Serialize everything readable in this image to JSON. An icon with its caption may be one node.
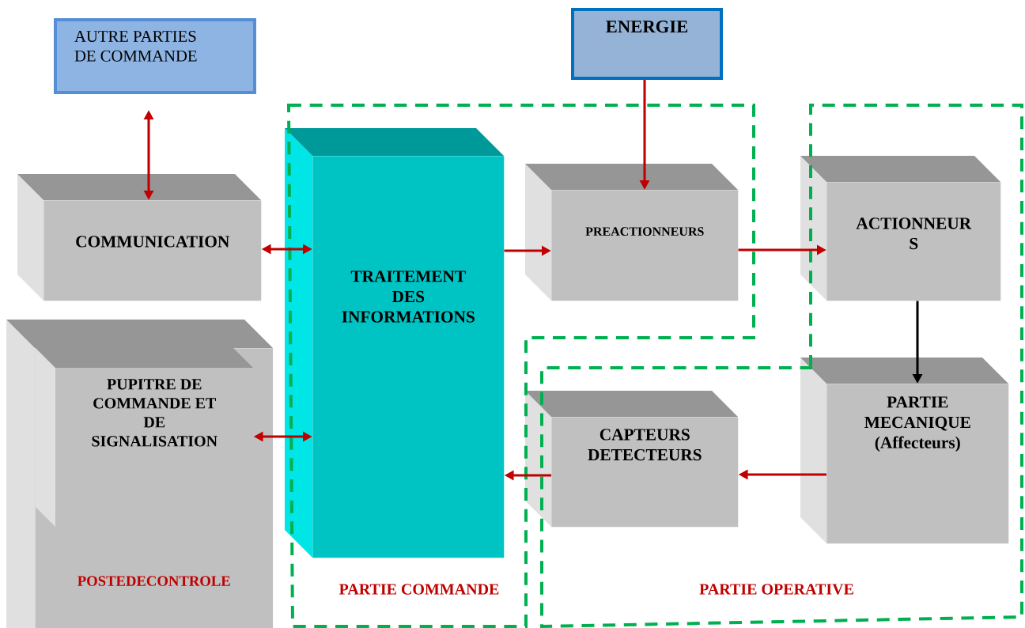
{
  "diagram": {
    "nodes": [
      {
        "text": [
          "AUTRE PARTIES DE COMMANDE"
        ]
      },
      {
        "text": [
          "ENERGIE"
        ]
      },
      {
        "text": [
          "PARTIE COMMANDE"
        ]
      },
      {
        "text": [
          "PARTIE OPERATIVE"
        ]
      },
      {
        "text": [
          "COMMUNICATION"
        ]
      },
      {
        "text": [
          "TRAITEMENT DES INFORMATIONS"
        ],
        "in": 2
      },
      {
        "text": [
          "PREACTIONNEURS"
        ],
        "in": 2
      },
      {
        "text": [
          "ACTIONNEUR S"
        ],
        "in": 3
      },
      {
        "text": [
          "POSTEDECONTROLE"
        ]
      },
      {
        "text": [
          "PUPITRE DE COMMANDE ET DE SIGNALISATION"
        ],
        "in": 8
      },
      {
        "text": [
          "CAPTEURS DETECTEURS"
        ],
        "in": 3
      },
      {
        "text": [
          "PARTIE MECANIQUE (Affecteurs)"
        ],
        "in": 3
      }
    ],
    "edges": [
      {
        "from": 0,
        "to": 4,
        "arrow": "both"
      },
      {
        "from": 4,
        "to": 5,
        "arrow": "both"
      },
      {
        "from": 9,
        "to": 5,
        "arrow": "both"
      },
      {
        "from": 5,
        "to": 6,
        "arrow": "to"
      },
      {
        "from": 1,
        "to": 6,
        "arrow": "to"
      },
      {
        "from": 6,
        "to": 7,
        "arrow": "to"
      },
      {
        "from": 7,
        "to": 11,
        "arrow": "to",
        "color": "#000000"
      },
      {
        "from": 11,
        "to": 10,
        "arrow": "to"
      },
      {
        "from": 10,
        "to": 5,
        "arrow": "to"
      }
    ]
  }
}
